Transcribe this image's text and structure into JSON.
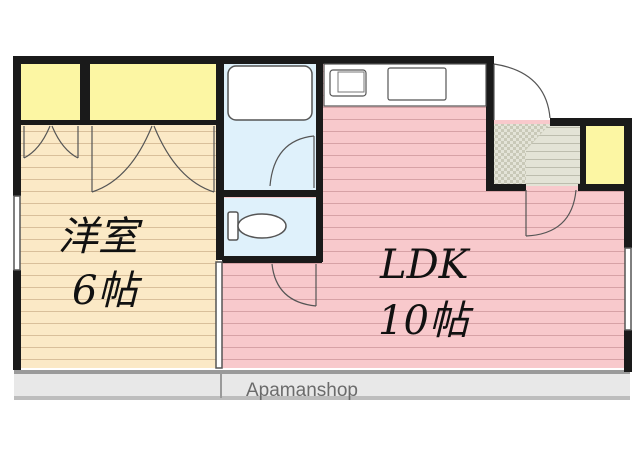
{
  "rooms": {
    "western_room": {
      "name": "洋室",
      "size": "6帖",
      "color": "#fbe9c6"
    },
    "ldk": {
      "name": "LDK",
      "size": "10帖",
      "color": "#f8c9cc"
    },
    "bathroom": {
      "color": "#dff1fb"
    },
    "toilet": {
      "color": "#dff1fb"
    },
    "closet": {
      "color": "#fcf6a3"
    },
    "entrance": {
      "color": "#e3e3d6"
    }
  },
  "watermark": "Apamanshop",
  "colors": {
    "wall": "#1a1a1a",
    "stripe": "#d9b79c",
    "balcony": "#e8e8e8"
  }
}
